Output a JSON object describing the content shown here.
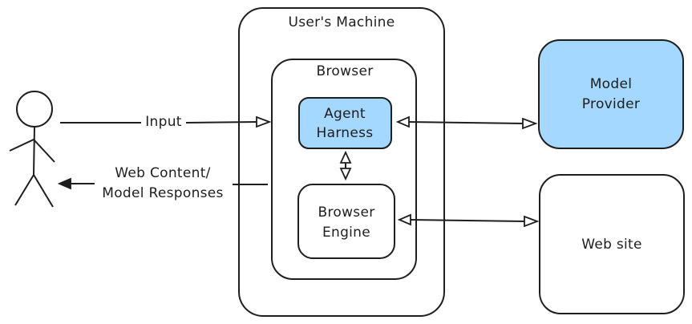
{
  "colors": {
    "stroke": "#1e1e1e",
    "highlight_fill": "#a5d8ff",
    "plain_fill": "#ffffff"
  },
  "nodes": {
    "user": {
      "icon": "person-stick-figure-icon"
    },
    "users_machine": {
      "label": "User's Machine"
    },
    "browser": {
      "label": "Browser"
    },
    "agent_harness": {
      "label_line1": "Agent",
      "label_line2": "Harness"
    },
    "browser_engine": {
      "label_line1": "Browser",
      "label_line2": "Engine"
    },
    "model_provider": {
      "label_line1": "Model",
      "label_line2": "Provider"
    },
    "web_site": {
      "label": "Web site"
    }
  },
  "edges": {
    "input": {
      "label": "Input"
    },
    "web_content": {
      "label_line1": "Web Content/",
      "label_line2": "Model Responses"
    }
  }
}
